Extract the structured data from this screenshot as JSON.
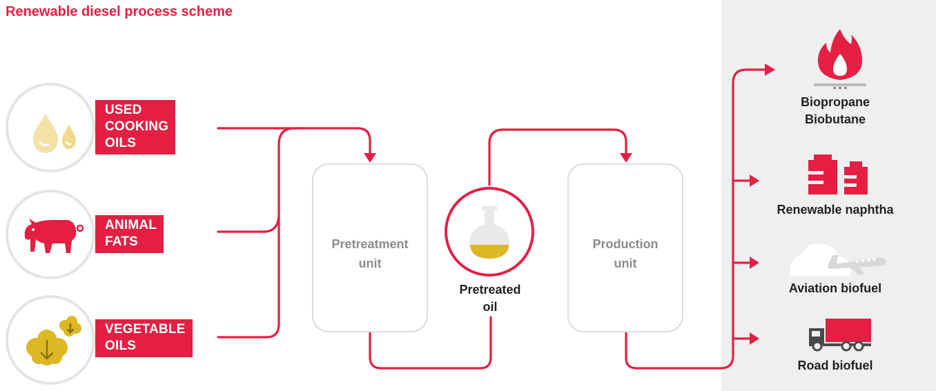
{
  "title": "Renewable diesel process scheme",
  "colors": {
    "accent": "#e41f43",
    "gold": "#dcb726",
    "light_gold": "#f4e3a6",
    "grey": "#dcdcdc",
    "panel": "#efefef"
  },
  "feedstocks": [
    {
      "lines": [
        "USED",
        "COOKING",
        "OILS"
      ],
      "icon": "oil-drops-icon"
    },
    {
      "lines": [
        "ANIMAL",
        "FATS"
      ],
      "icon": "pig-icon"
    },
    {
      "lines": [
        "VEGETABLE",
        "OILS"
      ],
      "icon": "rapeseed-icon"
    }
  ],
  "units": {
    "pretreatment": [
      "Pretreatment",
      "unit"
    ],
    "production": [
      "Production",
      "unit"
    ]
  },
  "intermediate": {
    "lines": [
      "Pretreated",
      "oil"
    ],
    "icon": "flask-icon"
  },
  "outputs": [
    {
      "lines": [
        "Biopropane",
        "Biobutane"
      ],
      "icon": "flame-icon"
    },
    {
      "lines": [
        "Renewable naphtha"
      ],
      "icon": "tanks-icon"
    },
    {
      "lines": [
        "Aviation biofuel"
      ],
      "icon": "airplane-icon"
    },
    {
      "lines": [
        "Road biofuel"
      ],
      "icon": "truck-icon"
    }
  ]
}
